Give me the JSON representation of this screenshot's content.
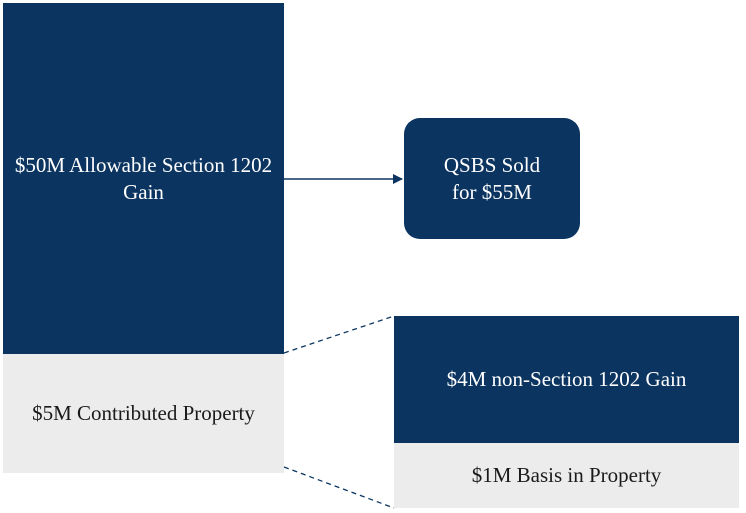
{
  "blocks": {
    "allowable_gain": "$50M Allowable Section 1202 Gain",
    "contributed_property": "$5M Contributed Property",
    "qsbs_sold_line1": "QSBS Sold",
    "qsbs_sold_line2": "for $55M",
    "non_1202_gain": "$4M non-Section 1202 Gain",
    "basis_in_property": "$1M Basis in Property"
  },
  "colors": {
    "dark_block": "#0b3560",
    "light_block": "#ececec",
    "connector": "#0b3560"
  }
}
